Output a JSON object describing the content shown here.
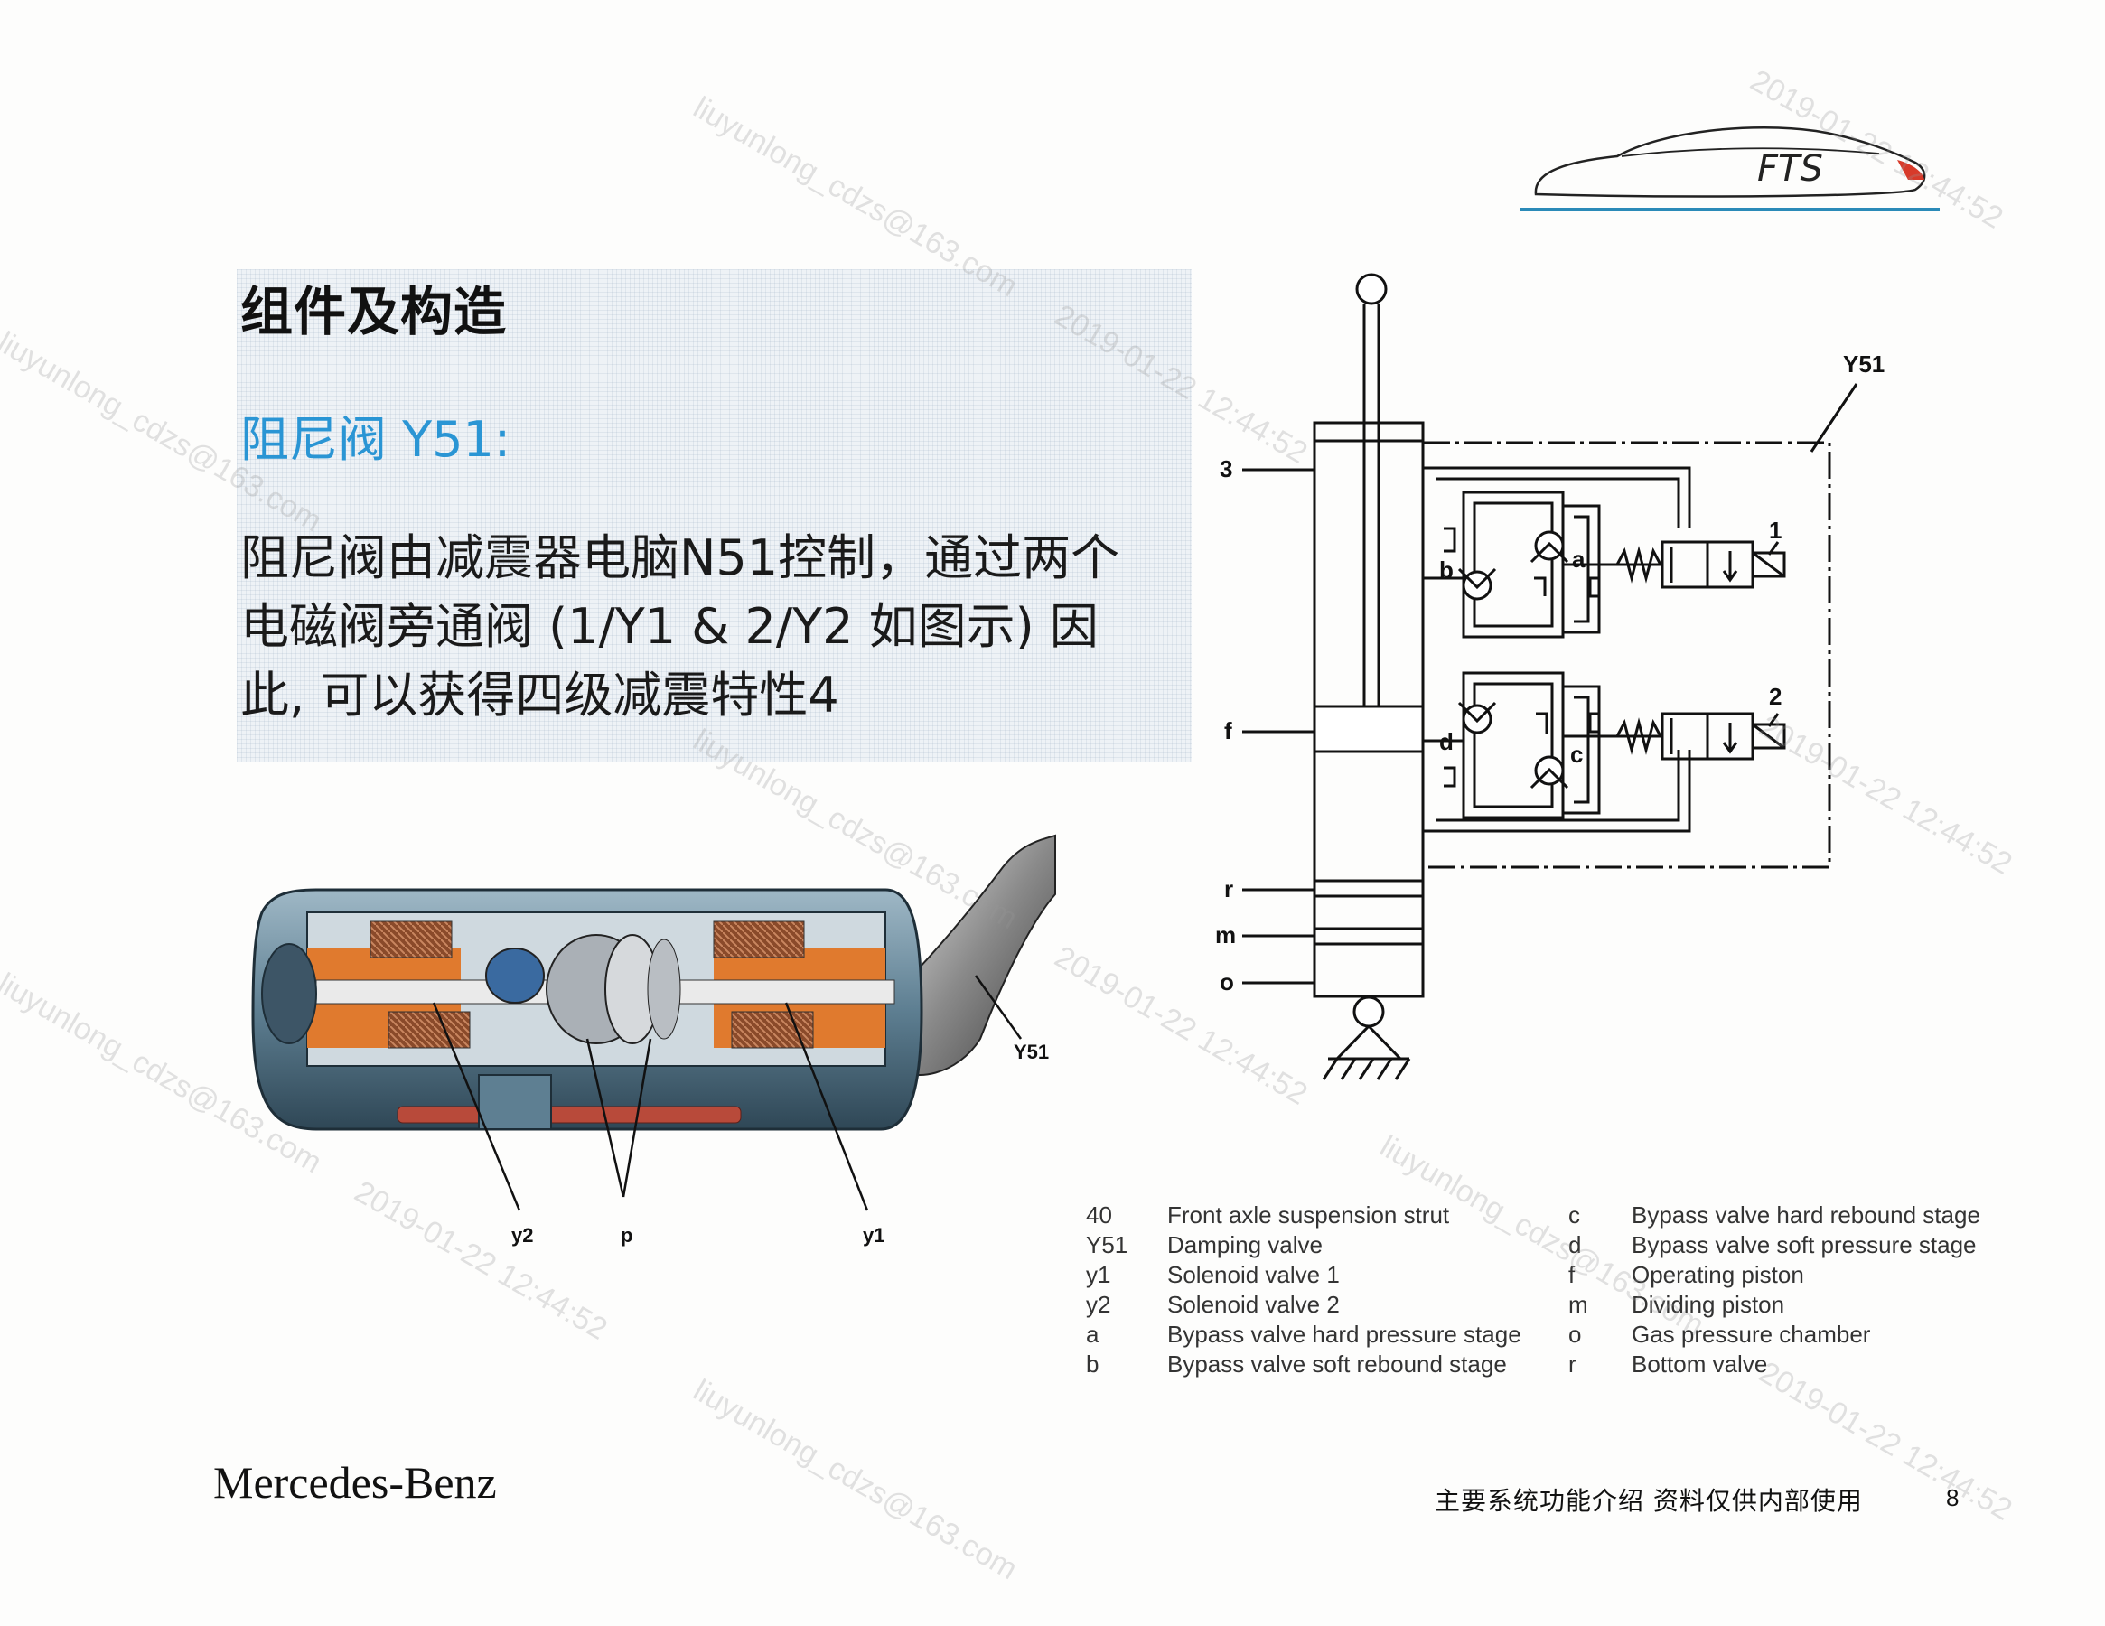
{
  "slide": {
    "heading": "组件及构造",
    "subheading": "阻尼阀 Y51:",
    "body_lines": [
      "阻尼阀由减震器电脑N51控制，通过两个",
      "电磁阀旁通阀 (1/Y1 & 2/Y2 如图示) 因",
      "此, 可以获得四级减震特性4"
    ]
  },
  "logo": {
    "text": "FTS"
  },
  "hydraulic_diagram": {
    "labels": {
      "y51": "Y51",
      "n1": "1",
      "n2": "2",
      "n3": "3",
      "f": "f",
      "r": "r",
      "m": "m",
      "o": "o",
      "a": "a",
      "b": "b",
      "c": "c",
      "d": "d"
    }
  },
  "cutaway_diagram": {
    "labels": {
      "y51": "Y51",
      "y2": "y2",
      "p": "p",
      "y1": "y1"
    }
  },
  "legend": {
    "left": [
      {
        "key": "40",
        "value": "Front axle suspension strut"
      },
      {
        "key": "Y51",
        "value": "Damping valve"
      },
      {
        "key": "y1",
        "value": "Solenoid valve 1"
      },
      {
        "key": "y2",
        "value": "Solenoid valve 2"
      },
      {
        "key": "a",
        "value": "Bypass valve hard pressure stage"
      },
      {
        "key": "b",
        "value": "Bypass valve soft rebound stage"
      }
    ],
    "right": [
      {
        "key": "c",
        "value": "Bypass valve hard rebound stage"
      },
      {
        "key": "d",
        "value": "Bypass valve soft pressure stage"
      },
      {
        "key": "f",
        "value": "Operating piston"
      },
      {
        "key": "m",
        "value": "Dividing piston"
      },
      {
        "key": "o",
        "value": "Gas pressure chamber"
      },
      {
        "key": "r",
        "value": "Bottom valve"
      }
    ]
  },
  "footer": {
    "brand": "Mercedes-Benz",
    "text": "主要系统功能介绍  资料仅供内部使用",
    "page": "8"
  },
  "watermark": {
    "email": "liuyunlong_cdzs@163.com",
    "timestamp": "2019-01-22 12:44:52"
  },
  "colors": {
    "accent_blue": "#2a95d4",
    "rule_blue": "#2a8ab8",
    "logo_red": "#d83a2a"
  }
}
